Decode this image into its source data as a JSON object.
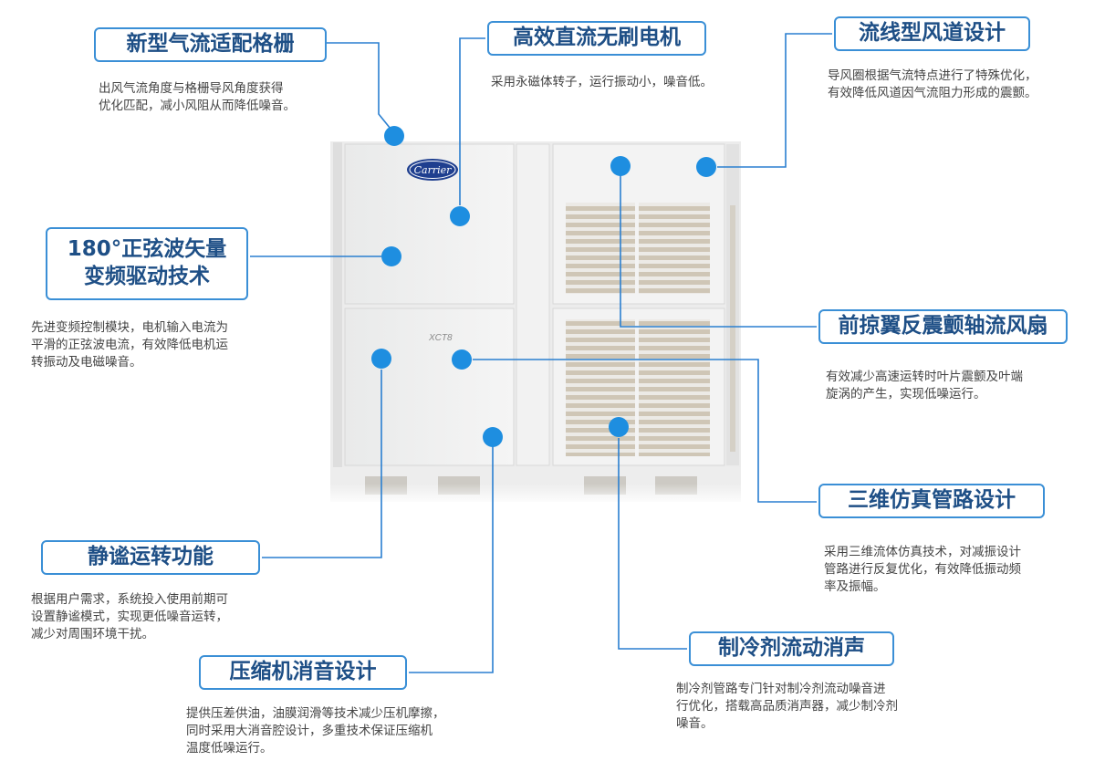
{
  "brand": {
    "logo_text": "Carrier",
    "model_text": "XCT8"
  },
  "colors": {
    "accent": "#1e8ee0",
    "box_border": "#3a8fd6",
    "title_text": "#1e4f86",
    "line": "#2a7fd0"
  },
  "features": [
    {
      "id": "grille",
      "title": "新型气流适配格栅",
      "desc": "出风气流角度与格栅导风角度获得\n优化匹配，减小风阻从而降低噪音。"
    },
    {
      "id": "motor",
      "title": "高效直流无刷电机",
      "desc": "采用永磁体转子，运行振动小，噪音低。"
    },
    {
      "id": "duct",
      "title": "流线型风道设计",
      "desc": "导风圈根据气流特点进行了特殊优化，\n有效降低风道因气流阻力形成的震颤。"
    },
    {
      "id": "inverter",
      "title_line1": "180°正弦波矢量",
      "title_line2": "变频驱动技术",
      "desc": "先进变频控制模块，电机输入电流为\n平滑的正弦波电流，有效降低电机运\n转振动及电磁噪音。"
    },
    {
      "id": "fan",
      "title": "前掠翼反震颤轴流风扇",
      "desc": "有效减少高速运转时叶片震颤及叶端\n旋涡的产生，实现低噪运行。"
    },
    {
      "id": "piping",
      "title": "三维仿真管路设计",
      "desc": "采用三维流体仿真技术，对减振设计\n管路进行反复优化，有效降低振动频\n率及振幅。"
    },
    {
      "id": "quiet",
      "title": "静谧运转功能",
      "desc": "根据用户需求，系统投入使用前期可\n设置静谧模式，实现更低噪音运转，\n减少对周围环境干扰。"
    },
    {
      "id": "compressor",
      "title": "压缩机消音设计",
      "desc": "提供压差供油，油膜润滑等技术减少压机摩擦，\n同时采用大消音腔设计，多重技术保证压缩机\n温度低噪运行。"
    },
    {
      "id": "refrigerant",
      "title": "制冷剂流动消声",
      "desc": "制冷剂管路专门针对制冷剂流动噪音进\n行优化，搭载高品质消声器，减少制冷剂\n噪音。"
    }
  ]
}
